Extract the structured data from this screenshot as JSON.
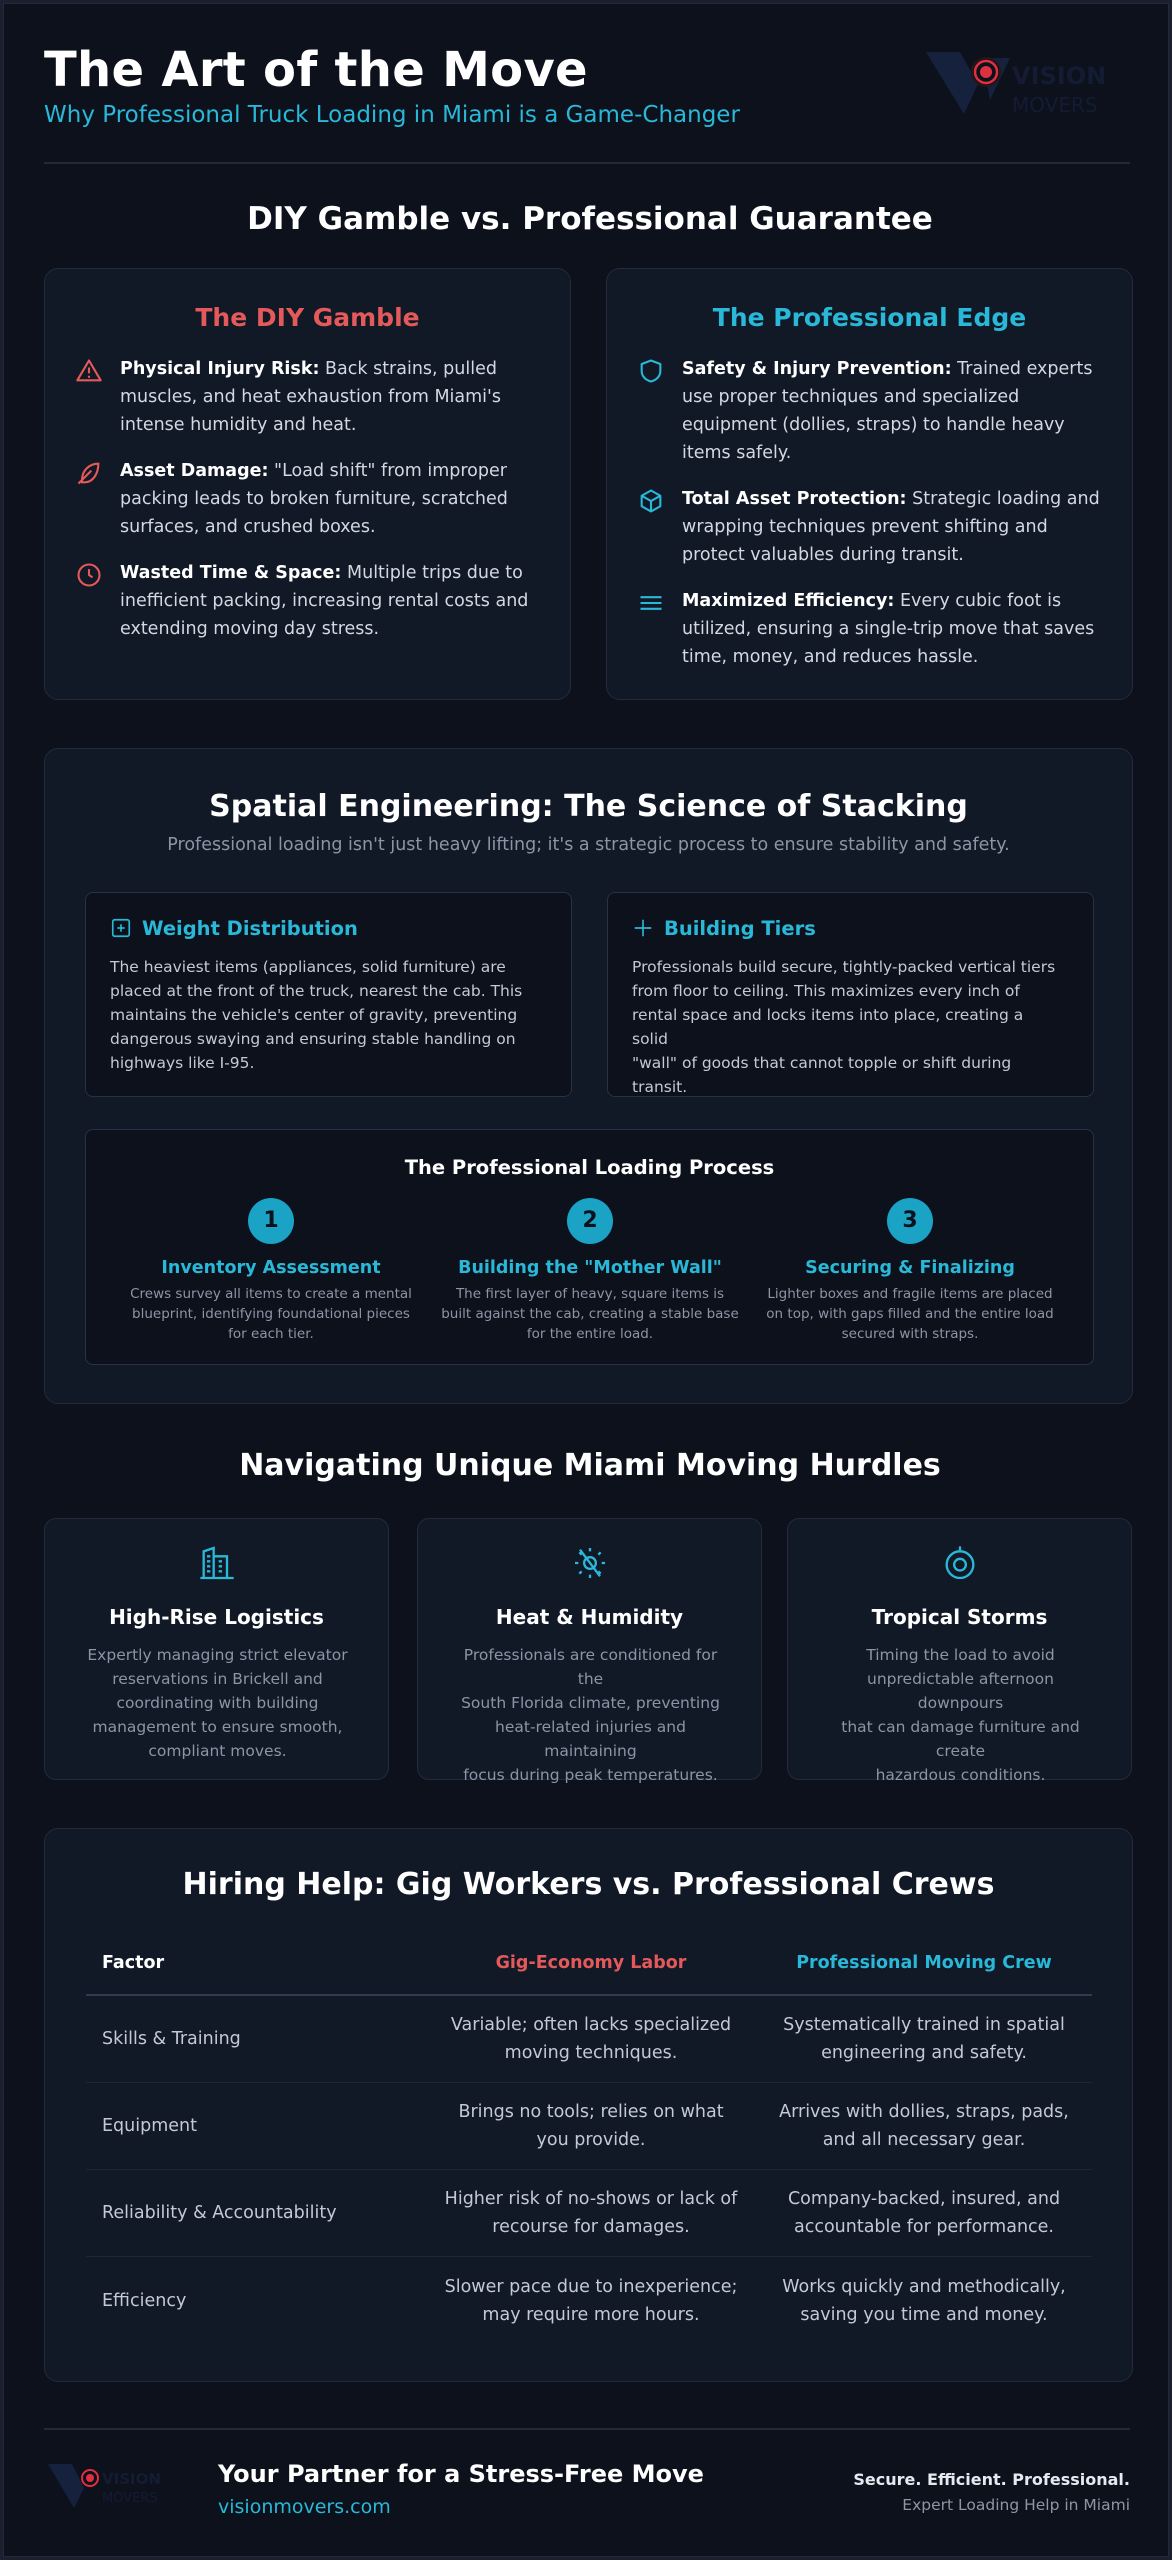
{
  "header": {
    "title": "The Art of the Move",
    "subtitle": "Why Professional Truck Loading in Miami is a Game-Changer",
    "logo": {
      "name_line1": "VISION",
      "name_line2": "MOVERS",
      "icon": "eye-logo-icon"
    }
  },
  "comparison": {
    "title": "DIY Gamble vs. Professional Guarantee",
    "diy": {
      "heading": "The DIY Gamble",
      "color": "#e45a5a",
      "items": [
        {
          "icon": "warning-triangle-icon",
          "bold": "Physical Injury Risk:",
          "text_lines": [
            " Back strains, pulled",
            "muscles, and heat exhaustion from Miami's",
            "intense humidity and heat."
          ]
        },
        {
          "icon": "feather-icon",
          "bold": "Asset Damage:",
          "text_lines": [
            " \"Load shift\" from improper",
            "packing leads to broken furniture, scratched",
            "surfaces, and crushed boxes."
          ]
        },
        {
          "icon": "clock-icon",
          "bold": "Wasted Time & Space:",
          "text_lines": [
            " Multiple trips due to",
            "inefficient packing, increasing rental costs and",
            "extending moving day stress."
          ]
        }
      ]
    },
    "pro": {
      "heading": "The Professional Edge",
      "color": "#2ab8d8",
      "items": [
        {
          "icon": "shield-icon",
          "bold": "Safety & Injury Prevention:",
          "text_lines": [
            " Trained experts",
            "use proper techniques and specialized",
            "equipment (dollies, straps) to handle heavy",
            "items safely."
          ]
        },
        {
          "icon": "box-icon",
          "bold": "Total Asset Protection:",
          "text_lines": [
            " Strategic loading and",
            "wrapping techniques prevent shifting and",
            "protect valuables during transit."
          ]
        },
        {
          "icon": "lines-icon",
          "bold": "Maximized Efficiency:",
          "text_lines": [
            " Every cubic foot is",
            "utilized, ensuring a single-trip move that saves",
            "time, money, and reduces hassle."
          ]
        }
      ]
    }
  },
  "spatial": {
    "title": "Spatial Engineering: The Science of Stacking",
    "subtitle": "Professional loading isn't just heavy lifting; it's a strategic process to ensure stability and safety.",
    "weight": {
      "heading": "Weight Distribution",
      "icon": "plus-square-icon",
      "lines": [
        "The heaviest items (appliances, solid furniture) are",
        "placed at the front of the truck, nearest the cab. This",
        "maintains the vehicle's center of gravity, preventing",
        "dangerous swaying and ensuring stable handling on",
        "highways like I-95."
      ]
    },
    "tiers": {
      "heading": "Building Tiers",
      "icon": "plus-icon",
      "lines": [
        "Professionals build secure, tightly-packed vertical tiers",
        "from floor to ceiling. This maximizes every inch of",
        "rental space and locks items into place, creating a solid",
        "\"wall\" of goods that cannot topple or shift during",
        "transit."
      ]
    },
    "process": {
      "title": "The Professional Loading Process",
      "steps": [
        {
          "num": "1",
          "title": "Inventory Assessment",
          "lines": [
            "Crews survey all items to create a mental",
            "blueprint, identifying foundational pieces",
            "for each tier."
          ]
        },
        {
          "num": "2",
          "title": "Building the \"Mother Wall\"",
          "lines": [
            "The first layer of heavy, square items is",
            "built against the cab, creating a stable base",
            "for the entire load."
          ]
        },
        {
          "num": "3",
          "title": "Securing & Finalizing",
          "lines": [
            "Lighter boxes and fragile items are placed",
            "on top, with gaps filled and the entire load",
            "secured with straps."
          ]
        }
      ]
    }
  },
  "hurdles": {
    "title": "Navigating Unique Miami Moving Hurdles",
    "cards": [
      {
        "icon": "building-icon",
        "title": "High-Rise Logistics",
        "lines": [
          "Expertly managing strict elevator",
          "reservations in Brickell and",
          "coordinating with building",
          "management to ensure smooth,",
          "compliant moves."
        ]
      },
      {
        "icon": "sun-off-icon",
        "title": "Heat & Humidity",
        "lines": [
          "Professionals are conditioned for the",
          "South Florida climate, preventing",
          "heat-related injuries and maintaining",
          "focus during peak temperatures."
        ]
      },
      {
        "icon": "storm-icon",
        "title": "Tropical Storms",
        "lines": [
          "Timing the load to avoid",
          "unpredictable afternoon downpours",
          "that can damage furniture and create",
          "hazardous conditions."
        ]
      }
    ]
  },
  "hiring": {
    "title": "Hiring Help: Gig Workers vs. Professional Crews",
    "headers": [
      "Factor",
      "Gig-Economy Labor",
      "Professional Moving Crew"
    ],
    "rows": [
      {
        "factor": "Skills & Training",
        "gig": [
          "Variable; often lacks specialized",
          "moving techniques."
        ],
        "pro": [
          "Systematically trained in spatial",
          "engineering and safety."
        ]
      },
      {
        "factor": "Equipment",
        "gig": [
          "Brings no tools; relies on what",
          "you provide."
        ],
        "pro": [
          "Arrives with dollies, straps, pads,",
          "and all necessary gear."
        ]
      },
      {
        "factor": "Reliability & Accountability",
        "gig": [
          "Higher risk of no-shows or lack of",
          "recourse for damages."
        ],
        "pro": [
          "Company-backed, insured, and",
          "accountable for performance."
        ]
      },
      {
        "factor": "Efficiency",
        "gig": [
          "Slower pace due to inexperience;",
          "may require more hours."
        ],
        "pro": [
          "Works quickly and methodically,",
          "saving you time and money."
        ]
      }
    ]
  },
  "footer": {
    "title": "Your Partner for a Stress-Free Move",
    "website": "visionmovers.com",
    "tagline": "Secure. Efficient. Professional.",
    "subtag": "Expert Loading Help in Miami"
  },
  "colors": {
    "accent": "#2ab8d8",
    "danger": "#e45a5a",
    "background": "#0c111c",
    "card": "#111826"
  }
}
